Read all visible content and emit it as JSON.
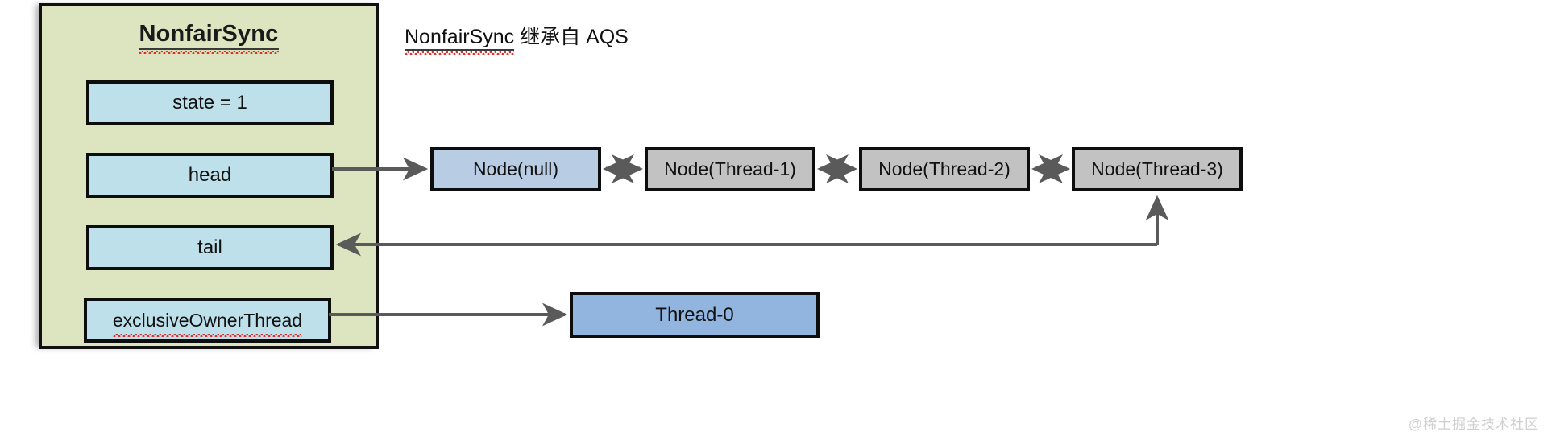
{
  "diagram": {
    "annotation": "NonfairSync 继承自 AQS",
    "annotation_latin": "NonfairSync",
    "annotation_cjk": " 继承自 AQS",
    "watermark": "@稀土掘金技术社区"
  },
  "sync_panel": {
    "title": "NonfairSync",
    "fields": [
      {
        "name": "state",
        "label": "state = 1"
      },
      {
        "name": "head",
        "label": "head"
      },
      {
        "name": "tail",
        "label": "tail"
      },
      {
        "name": "exclusiveOwnerThread",
        "label": "exclusiveOwnerThread"
      }
    ]
  },
  "queue": {
    "nodes": [
      {
        "label": "Node(null)",
        "color": "#b8cce4"
      },
      {
        "label": "Node(Thread-1)",
        "color": "#c2c2c2"
      },
      {
        "label": "Node(Thread-2)",
        "color": "#c2c2c2"
      },
      {
        "label": "Node(Thread-3)",
        "color": "#c2c2c2"
      }
    ]
  },
  "owner": {
    "thread_label": "Thread-0",
    "color": "#92b5e0"
  },
  "colors": {
    "panel_fill": "#dde4c0",
    "field_fill": "#bde0ea",
    "node_head_fill": "#b8cce4",
    "node_fill": "#c2c2c2",
    "owner_fill": "#92b5e0",
    "border": "#0d0d0d",
    "arrow": "#5a5a5a"
  }
}
